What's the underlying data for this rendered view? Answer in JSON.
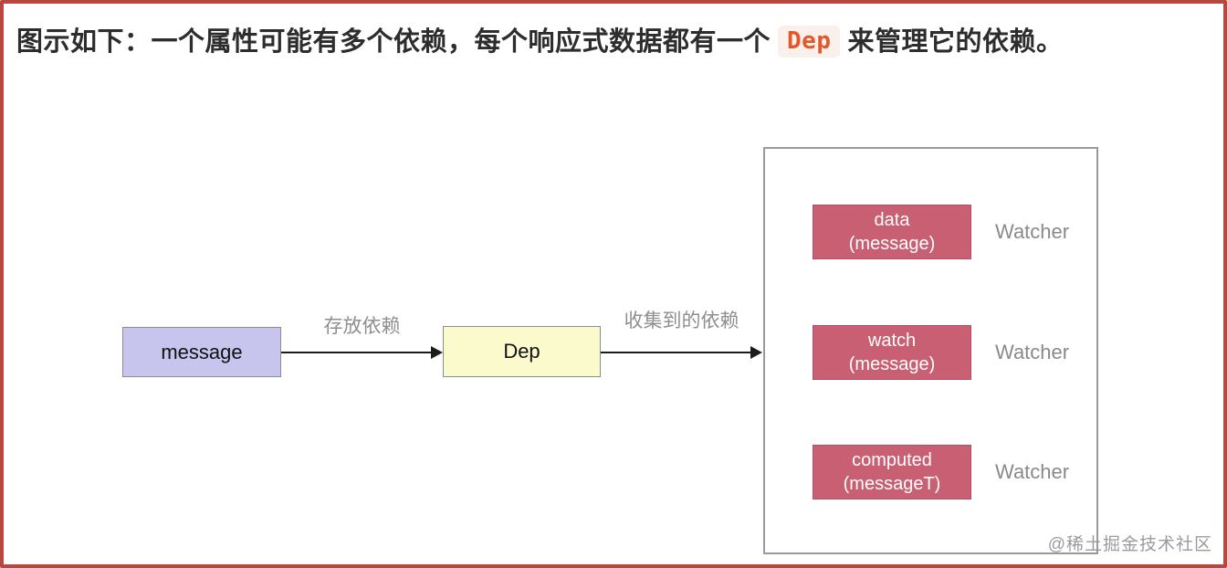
{
  "title": {
    "prefix": "图示如下：一个属性可能有多个依赖，每个响应式数据都有一个",
    "code": "Dep",
    "suffix": "来管理它的依赖。"
  },
  "diagram": {
    "message_box_label": "message",
    "dep_box_label": "Dep",
    "arrow1_label": "存放依赖",
    "arrow2_label": "收集到的依赖",
    "watchers": [
      {
        "box_line1": "data",
        "box_line2": "(message)",
        "tag": "Watcher"
      },
      {
        "box_line1": "watch",
        "box_line2": "(message)",
        "tag": "Watcher"
      },
      {
        "box_line1": "computed",
        "box_line2": "(messageT)",
        "tag": "Watcher"
      }
    ]
  },
  "watermark": "@稀土掘金技术社区",
  "colors": {
    "frame_border": "#b8473f",
    "title_text": "#2d2d2d",
    "code_text": "#e2572b",
    "code_bg": "#faf0ec",
    "message_box_bg": "#c7c5ee",
    "dep_box_bg": "#fbfacd",
    "watcher_box_bg": "#c95f72",
    "watcher_box_text": "#ffffff",
    "container_border": "#9a9a9a",
    "gray_label": "#8f8f8f",
    "arrow": "#1c1c1c"
  }
}
